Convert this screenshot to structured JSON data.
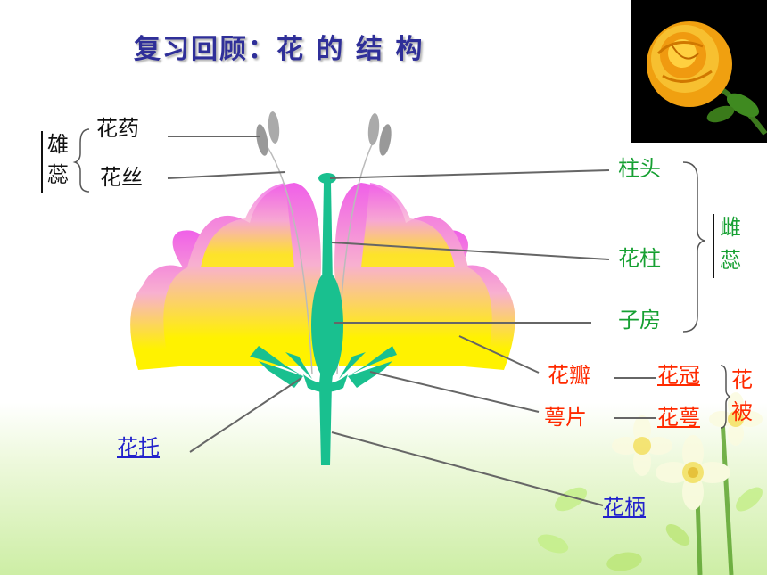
{
  "title": "复习回顾：花 的 结 构",
  "labels": {
    "anther": "花药",
    "filament": "花丝",
    "stamen": [
      "雄",
      "蕊"
    ],
    "stigma": "柱头",
    "style": "花柱",
    "ovary": "子房",
    "pistil": [
      "雌",
      "蕊"
    ],
    "petal": "花瓣",
    "sepal": "萼片",
    "corolla": "花冠",
    "calyx": "花萼",
    "perianth": [
      "花",
      "被"
    ],
    "receptacle": "花托",
    "pedicel": "花柄"
  },
  "colors": {
    "title": "#2f2f99",
    "stem": "#19c08f",
    "petal_top": "#f060e8",
    "petal_bottom": "#fff200",
    "pistil_label": "#16a032",
    "perianth_label": "#ff2a00",
    "link": "#2222cc"
  }
}
